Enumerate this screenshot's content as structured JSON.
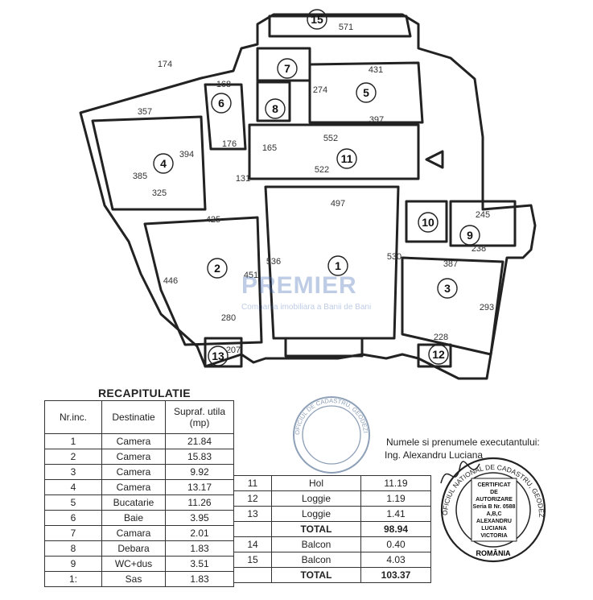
{
  "watermark": {
    "brand": "PREMIER",
    "tagline": "Compania imobiliara a Banii de Bani"
  },
  "plan": {
    "rooms": [
      {
        "no": "1"
      },
      {
        "no": "2"
      },
      {
        "no": "3"
      },
      {
        "no": "4"
      },
      {
        "no": "5"
      },
      {
        "no": "6"
      },
      {
        "no": "7"
      },
      {
        "no": "8"
      },
      {
        "no": "9"
      },
      {
        "no": "10"
      },
      {
        "no": "11"
      },
      {
        "no": "12"
      },
      {
        "no": "13"
      },
      {
        "no": "15"
      }
    ],
    "dims": [
      "174",
      "357",
      "394",
      "385",
      "325",
      "425",
      "446",
      "451",
      "536",
      "530",
      "497",
      "522",
      "552",
      "431",
      "274",
      "397",
      "387",
      "293",
      "165",
      "571",
      "131",
      "168",
      "176",
      "280",
      "207",
      "228",
      "245",
      "238"
    ]
  },
  "recap": {
    "title": "RECAPITULATIE",
    "headers": [
      "Nr.inc.",
      "Destinatie",
      "Supraf. utila (mp)"
    ],
    "left_rows": [
      {
        "no": "1",
        "name": "Camera",
        "area": "21.84"
      },
      {
        "no": "2",
        "name": "Camera",
        "area": "15.83"
      },
      {
        "no": "3",
        "name": "Camera",
        "area": "9.92"
      },
      {
        "no": "4",
        "name": "Camera",
        "area": "13.17"
      },
      {
        "no": "5",
        "name": "Bucatarie",
        "area": "11.26"
      },
      {
        "no": "6",
        "name": "Baie",
        "area": "3.95"
      },
      {
        "no": "7",
        "name": "Camara",
        "area": "2.01"
      },
      {
        "no": "8",
        "name": "Debara",
        "area": "1.83"
      },
      {
        "no": "9",
        "name": "WC+dus",
        "area": "3.51"
      },
      {
        "no": "1:",
        "name": "Sas",
        "area": "1.83"
      }
    ],
    "right_rows": [
      {
        "no": "11",
        "name": "Hol",
        "area": "11.19"
      },
      {
        "no": "12",
        "name": "Loggie",
        "area": "1.19"
      },
      {
        "no": "13",
        "name": "Loggie",
        "area": "1.41"
      },
      {
        "no": "",
        "name": "TOTAL",
        "area": "98.94"
      },
      {
        "no": "14",
        "name": "Balcon",
        "area": "0.40"
      },
      {
        "no": "15",
        "name": "Balcon",
        "area": "4.03"
      },
      {
        "no": "",
        "name": "TOTAL",
        "area": "103.37"
      }
    ]
  },
  "executant": {
    "label": "Numele si prenumele executantului:",
    "name": "Ing. Alexandru Luciana"
  },
  "stamp_right": {
    "ring": "OFICIUL NATIONAL DE CADASTRU, GEODEZIE SI CARTOGRAFIE",
    "country": "ROMÂNIA",
    "lines": [
      "CERTIFICAT",
      "DE",
      "AUTORIZARE",
      "Seria B Nr. 0588",
      "A,B,C",
      "ALEXANDRU",
      "LUCIANA",
      "VICTORIA"
    ]
  },
  "stamp_left": {
    "ring": "OFICIUL DE CADASTRU, GEODEZIE SI CARTOGRAFIE"
  }
}
